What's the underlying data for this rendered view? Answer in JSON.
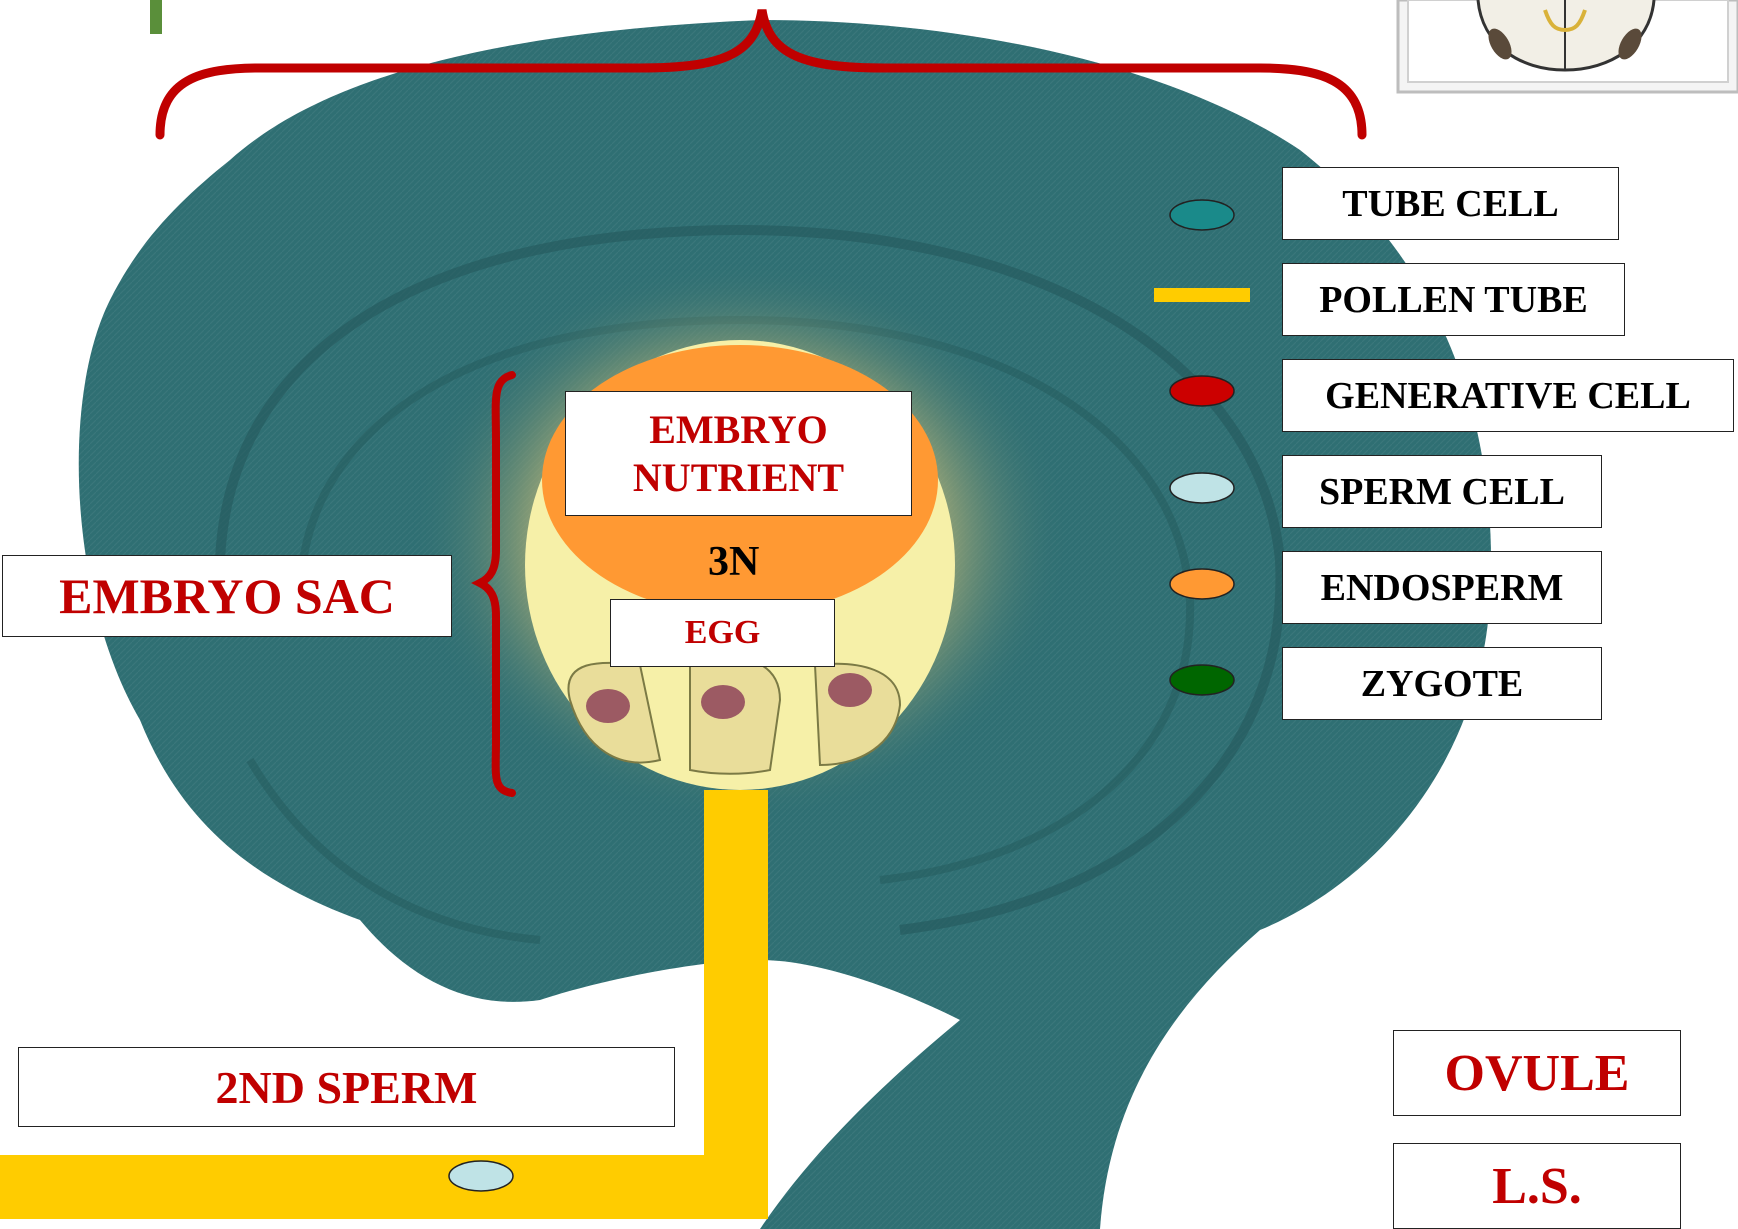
{
  "labels": {
    "embryo_nutrient_line1": "EMBRYO",
    "embryo_nutrient_line2": "NUTRIENT",
    "ploidy": "3N",
    "egg": "EGG",
    "embryo_sac": "EMBRYO SAC",
    "second_sperm": "2ND SPERM",
    "ovule": "OVULE",
    "ls": "L.S."
  },
  "legend": {
    "items": [
      {
        "label": "TUBE CELL",
        "swatch": "ellipse",
        "color": "#1a8a8a"
      },
      {
        "label": "POLLEN TUBE",
        "swatch": "bar",
        "color": "#ffcc00"
      },
      {
        "label": "GENERATIVE CELL",
        "swatch": "ellipse",
        "color": "#cc0000"
      },
      {
        "label": "SPERM CELL",
        "swatch": "ellipse",
        "color": "#bfe3e6"
      },
      {
        "label": "ENDOSPERM",
        "swatch": "ellipse",
        "color": "#ff9933"
      },
      {
        "label": "ZYGOTE",
        "swatch": "ellipse",
        "color": "#006600"
      }
    ]
  },
  "colors": {
    "ovule_tissue": "#2f6f73",
    "embryo_sac": "#f6f0a8",
    "endosperm": "#ff9933",
    "pollen_tube": "#ffcc00",
    "bracket": "#c00000",
    "sperm_cell": "#bfe3e6",
    "label_red": "#c00000"
  }
}
